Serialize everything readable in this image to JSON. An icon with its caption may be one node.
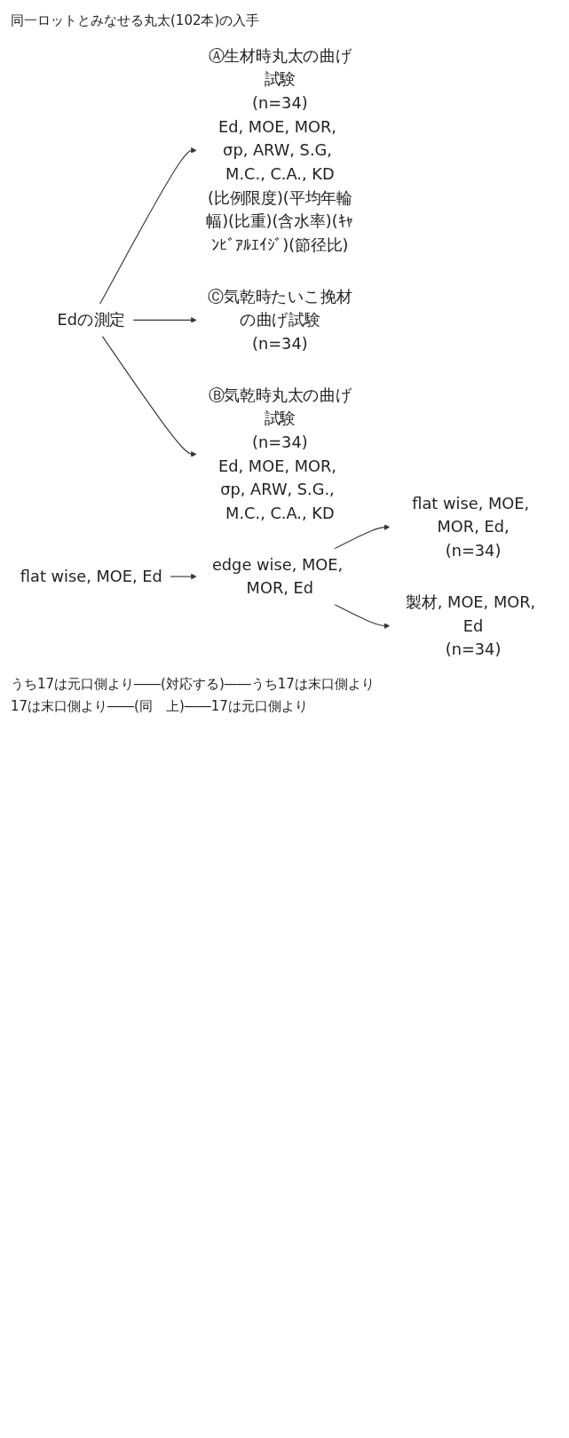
{
  "diagram": {
    "nodes": [
      {
        "text": [
          "Edの測定"
        ]
      },
      {
        "text": [
          "Ⓐ生材時丸太の曲げ試験",
          "(n=34)",
          "Ed, MOE, MOR, σp, ARW, S.G, M.C., C.A., KD",
          "(比例限度)(平均年輪幅)(比重)(含水率)(ｷｬﾝﾋﾞｱﾙｴｲｼﾞ)(節径比)"
        ]
      },
      {
        "text": [
          "Ⓒ気乾時たいこ挽材の曲げ試験",
          "(n=34)"
        ]
      },
      {
        "text": [
          "flat wise, MOE, Ed"
        ]
      },
      {
        "text": [
          "edge wise, MOE, MOR, Ed"
        ]
      },
      {
        "text": [
          "flat wise, MOE, MOR, Ed,",
          "(n=34)"
        ]
      },
      {
        "text": [
          "製材, MOE, MOR, Ed",
          "(n=34)"
        ]
      },
      {
        "text": [
          "Ⓑ気乾時丸太の曲げ試験",
          "(n=34)",
          "Ed, MOE, MOR, σp, ARW, S.G., M.C., C.A., KD"
        ]
      }
    ],
    "edges": [
      {
        "from": 0,
        "to": 1,
        "arrow": "to"
      },
      {
        "from": 0,
        "to": 2,
        "arrow": "to"
      },
      {
        "from": 0,
        "to": 7,
        "arrow": "to"
      },
      {
        "from": 3,
        "to": 4,
        "arrow": "to"
      },
      {
        "from": 4,
        "to": 5,
        "arrow": "to"
      },
      {
        "from": 4,
        "to": 6,
        "arrow": "to"
      }
    ],
    "labels": [
      "同一ロットとみなせる丸太(102本)の入手",
      "うち17は元口側より――(対応する)――うち17は末口側より",
      "17は末口側より――(同　上)――17は元口側より"
    ]
  }
}
